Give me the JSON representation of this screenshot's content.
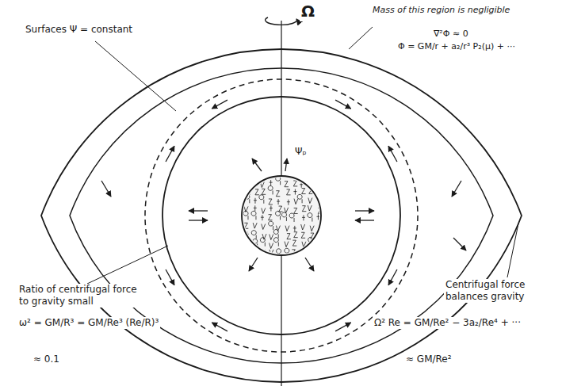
{
  "diagram": {
    "labels": [
      "Ω",
      "Surfaces Ψ = constant",
      "Mass of this region is negligible",
      "∇²Φ ≈ 0",
      "Φ = GM/r + a₂/r³ P₂(μ) + ···",
      "Ψₚ",
      "Ratio of centrifugal force to gravity small",
      "ω² = GM/R³ = GM/Re³ (Re/R)³",
      "≈ 0.1",
      "Centrifugal force balances gravity",
      "Ω² Re = GM/Re² − 3a₂/Re⁴ + ···",
      "≈ GM/Re²"
    ]
  }
}
